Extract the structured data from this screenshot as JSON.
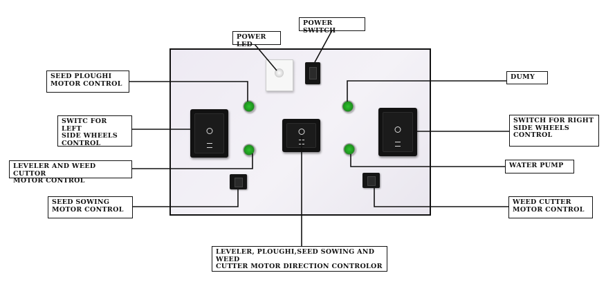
{
  "labels": {
    "power_led": "POWER LED",
    "power_switch": "POWER SWITCH",
    "seed_plough": "SEED PLOUGHI\nMOTOR CONTROL",
    "dumy": "DUMY",
    "left_wheels": "SWITC FOR LEFT\nSIDE WHEELS\nCONTROL",
    "right_wheels": "SWITCH FOR RIGHT\nSIDE WHEELS\nCONTROL",
    "leveler_weed": "LEVELER AND WEED CUTTOR\nMOTOR CONTROL",
    "water_pump": "WATER PUMP",
    "seed_sowing": "SEED SOWING\nMOTOR CONTROL",
    "weed_cutter": "WEED CUTTER\nMOTOR CONTROL",
    "direction": "LEVELER, PLOUGHI,SEED SOWING AND WEED\nCUTTER MOTOR DIRECTION CONTROLOR"
  },
  "colors": {
    "panel": "#f0eef5",
    "button": "#2ec22e",
    "switch": "#121212",
    "line": "#111111"
  }
}
